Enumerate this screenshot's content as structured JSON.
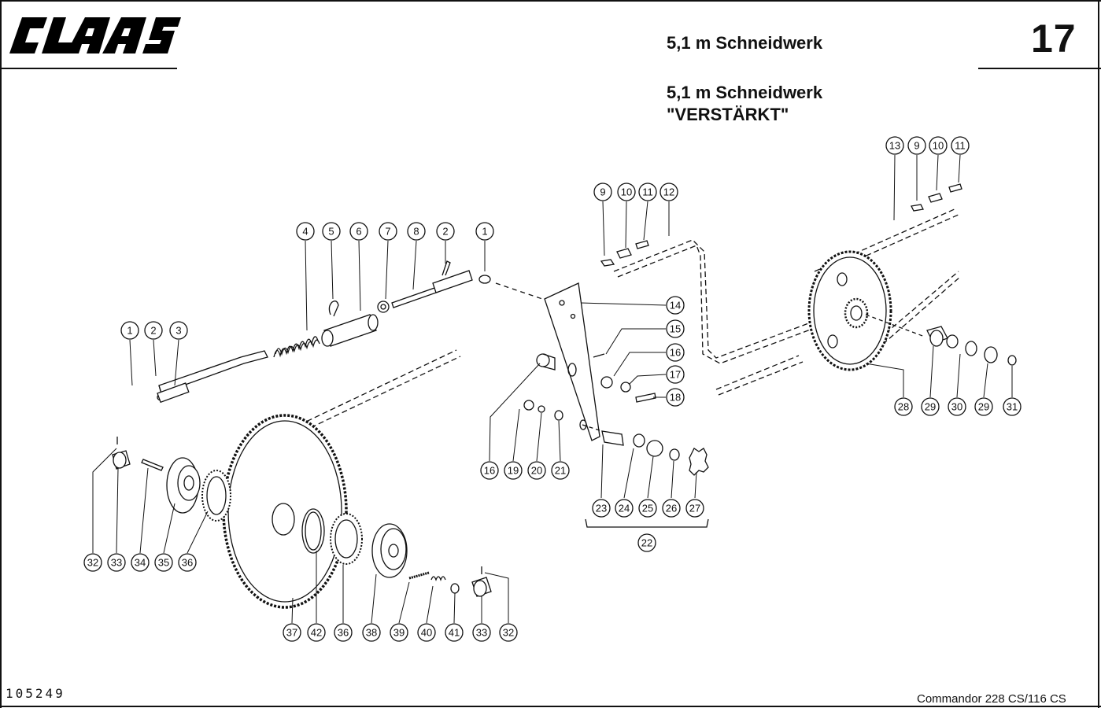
{
  "header": {
    "brand": "CLAAS",
    "page_number": "17",
    "title_line1": "5,1 m Schneidwerk",
    "title_line2": "5,1 m Schneidwerk",
    "title_line3": "\"VERSTÄRKT\""
  },
  "footer": {
    "drawing_id": "105249",
    "model": "Commandor 228 CS/116 CS"
  },
  "callouts": [
    "4",
    "5",
    "6",
    "7",
    "8",
    "2",
    "1",
    "1",
    "2",
    "3",
    "9",
    "10",
    "11",
    "12",
    "13",
    "9",
    "10",
    "11",
    "14",
    "15",
    "16",
    "17",
    "18",
    "16",
    "19",
    "20",
    "21",
    "23",
    "24",
    "25",
    "26",
    "27",
    "22",
    "28",
    "29",
    "30",
    "29",
    "31",
    "32",
    "33",
    "34",
    "35",
    "36",
    "37",
    "42",
    "36",
    "38",
    "39",
    "40",
    "41",
    "33",
    "32"
  ],
  "colors": {
    "ink": "#111111",
    "paper": "#ffffff"
  }
}
